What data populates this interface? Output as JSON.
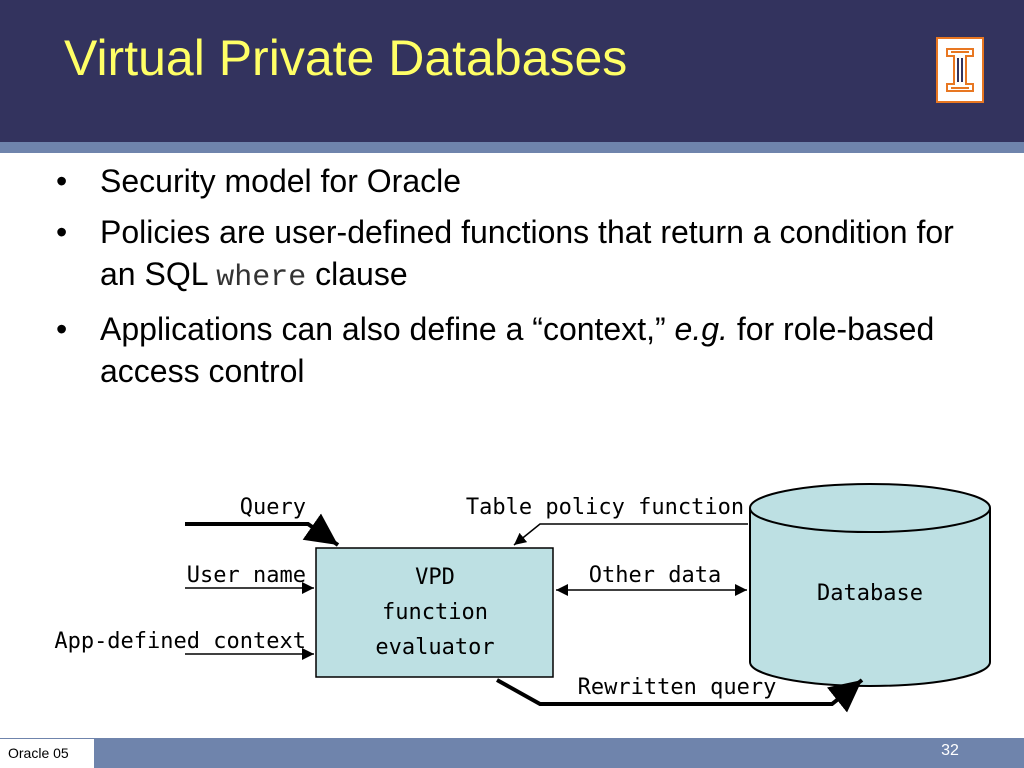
{
  "slide": {
    "title": "Virtual Private Databases",
    "logo_icon": "illinois-block-i-icon",
    "bullets": [
      {
        "text": "Security model for Oracle"
      },
      {
        "text_before": "Policies are user-defined functions that return a condition for an SQL ",
        "code": "where",
        "text_after": " clause"
      },
      {
        "text_before": "Applications can also define a “context,” ",
        "emphasis": "e.g.",
        "text_after": " for role-based access control"
      }
    ]
  },
  "diagram": {
    "inputs": {
      "query": "Query",
      "user_name": "User name",
      "app_context": "App-defined context"
    },
    "evaluator_lines": [
      "VPD",
      "function",
      "evaluator"
    ],
    "database": "Database",
    "table_policy": "Table policy function",
    "other_data": "Other data",
    "rewritten_query": "Rewritten query",
    "colors": {
      "box_fill": "#bde0e3",
      "stroke": "#000000"
    }
  },
  "footer": {
    "label": "Oracle 05",
    "page_number": "32"
  },
  "colors": {
    "header_bg": "#33335e",
    "title_text": "#ffff66",
    "accent_bar": "#6f84ac",
    "logo_orange": "#e87722"
  }
}
